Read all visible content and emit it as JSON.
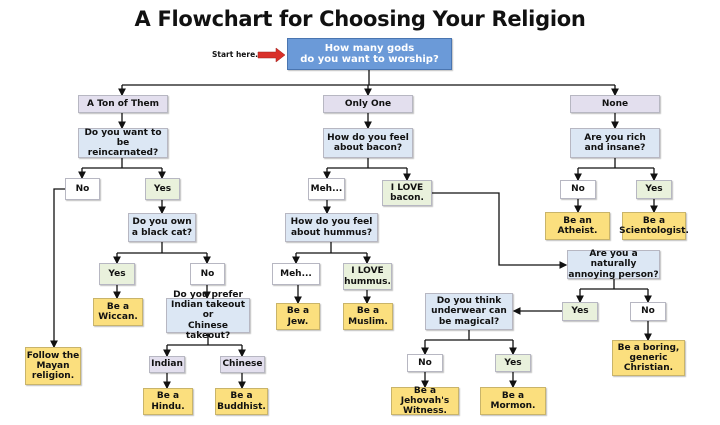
{
  "title": "A Flowchart for Choosing Your Religion",
  "start_label": "Start here.",
  "start_question": "How many gods\ndo you want to worship?",
  "colors": {
    "start_arrow": "#d9302a",
    "top": "#6b9ad8",
    "category": "#e3dfee",
    "question": "#dce7f4",
    "yes": "#e9f1dc",
    "result": "#fbdf7e"
  },
  "branches": {
    "many": {
      "label": "A Ton of Them",
      "question": "Do you want to be\nreincarnated?",
      "no": "No",
      "yes": "Yes",
      "no_result": "Follow the\nMayan\nreligion.",
      "cat_question": "Do you own\na black cat?",
      "cat_yes": "Yes",
      "cat_no": "No",
      "cat_yes_result": "Be a\nWiccan.",
      "takeout_question": "Do you prefer\nIndian takeout or\nChinese takeout?",
      "indian": "Indian",
      "chinese": "Chinese",
      "indian_result": "Be a\nHindu.",
      "chinese_result": "Be a\nBuddhist."
    },
    "one": {
      "label": "Only One",
      "question": "How do you feel\nabout bacon?",
      "meh": "Meh...",
      "love": "I  LOVE\nbacon.",
      "hummus_question": "How do you feel\nabout hummus?",
      "hummus_meh": "Meh...",
      "hummus_love": "I  LOVE\nhummus.",
      "meh_result": "Be a\nJew.",
      "love_result": "Be a\nMuslim.",
      "annoying_question": "Are you a naturally\nannoying person?",
      "annoying_yes": "Yes",
      "annoying_no": "No",
      "annoying_no_result": "Be a boring,\ngeneric\nChristian.",
      "underwear_question": "Do you think\nunderwear can\nbe magical?",
      "underwear_no": "No",
      "underwear_yes": "Yes",
      "underwear_no_result": "Be a Jehovah's\nWitness.",
      "underwear_yes_result": "Be a\nMormon."
    },
    "none": {
      "label": "None",
      "question": "Are you rich\nand insane?",
      "no": "No",
      "yes": "Yes",
      "no_result": "Be an\nAtheist.",
      "yes_result": "Be a\nScientologist."
    }
  }
}
